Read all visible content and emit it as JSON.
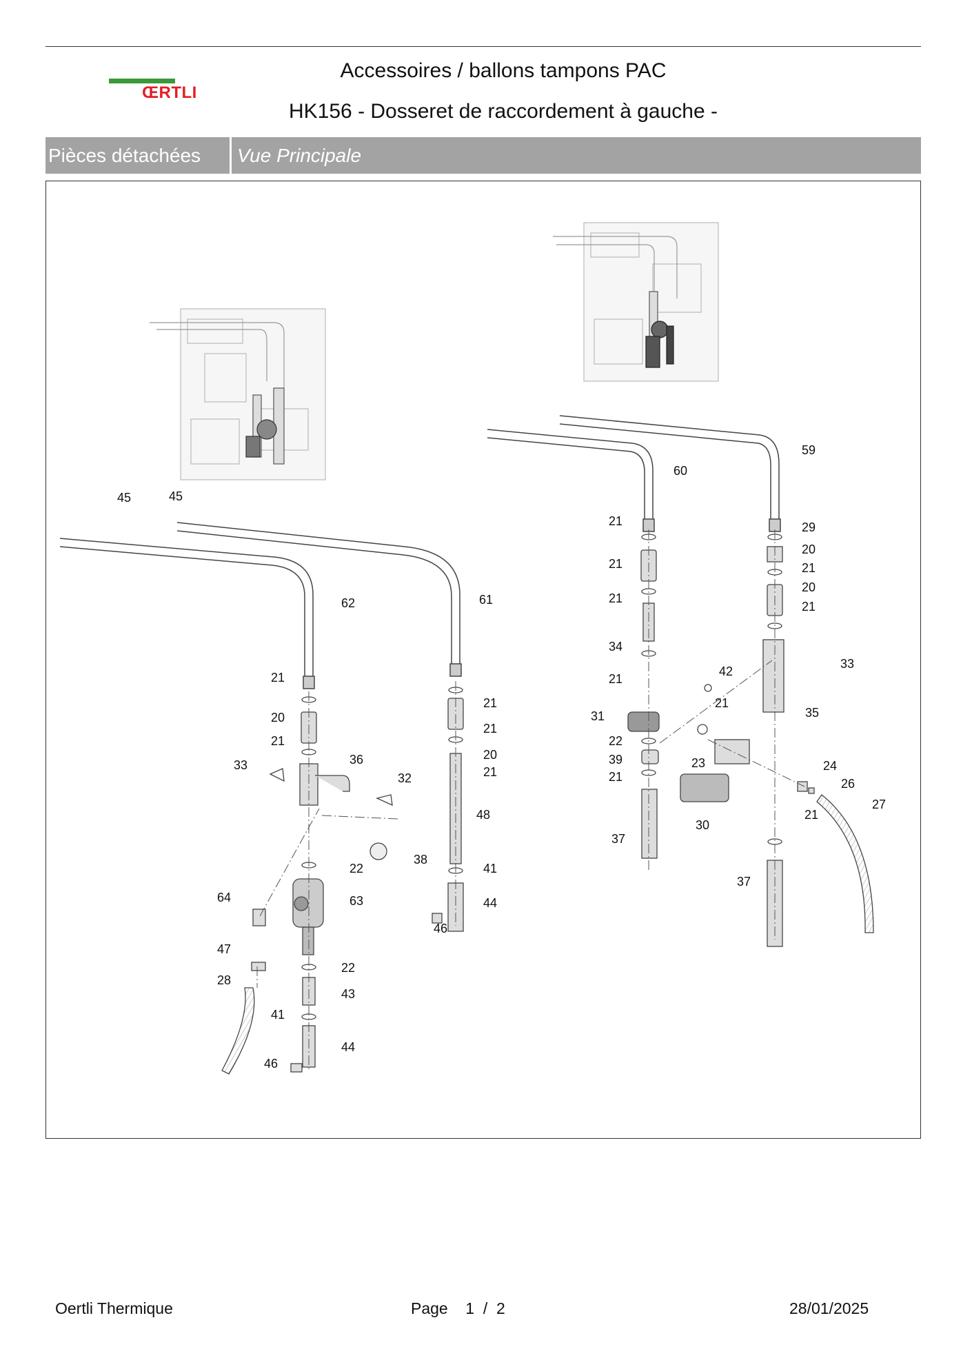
{
  "header": {
    "brand": "ŒRTLI",
    "title_line1": "Accessoires / ballons tampons PAC",
    "title_line2": "HK156 - Dosseret de raccordement à gauche -"
  },
  "tabs": {
    "left": "Pièces détachées",
    "right": "Vue Principale"
  },
  "diagram": {
    "callouts": [
      "45",
      "45",
      "62",
      "61",
      "21",
      "20",
      "21",
      "33",
      "36",
      "32",
      "22",
      "63",
      "38",
      "64",
      "47",
      "28",
      "41",
      "46",
      "43",
      "44",
      "48",
      "21",
      "20",
      "21",
      "41",
      "44",
      "46",
      "22",
      "21",
      "59",
      "60",
      "21",
      "29",
      "21",
      "20",
      "21",
      "21",
      "20",
      "21",
      "34",
      "21",
      "31",
      "22",
      "39",
      "21",
      "37",
      "42",
      "33",
      "35",
      "21",
      "23",
      "24",
      "26",
      "27",
      "30",
      "21",
      "37"
    ]
  },
  "footer": {
    "company": "Oertli Thermique",
    "page_label": "Page",
    "page_current": "1",
    "page_sep": "/",
    "page_total": "2",
    "date": "28/01/2025"
  }
}
